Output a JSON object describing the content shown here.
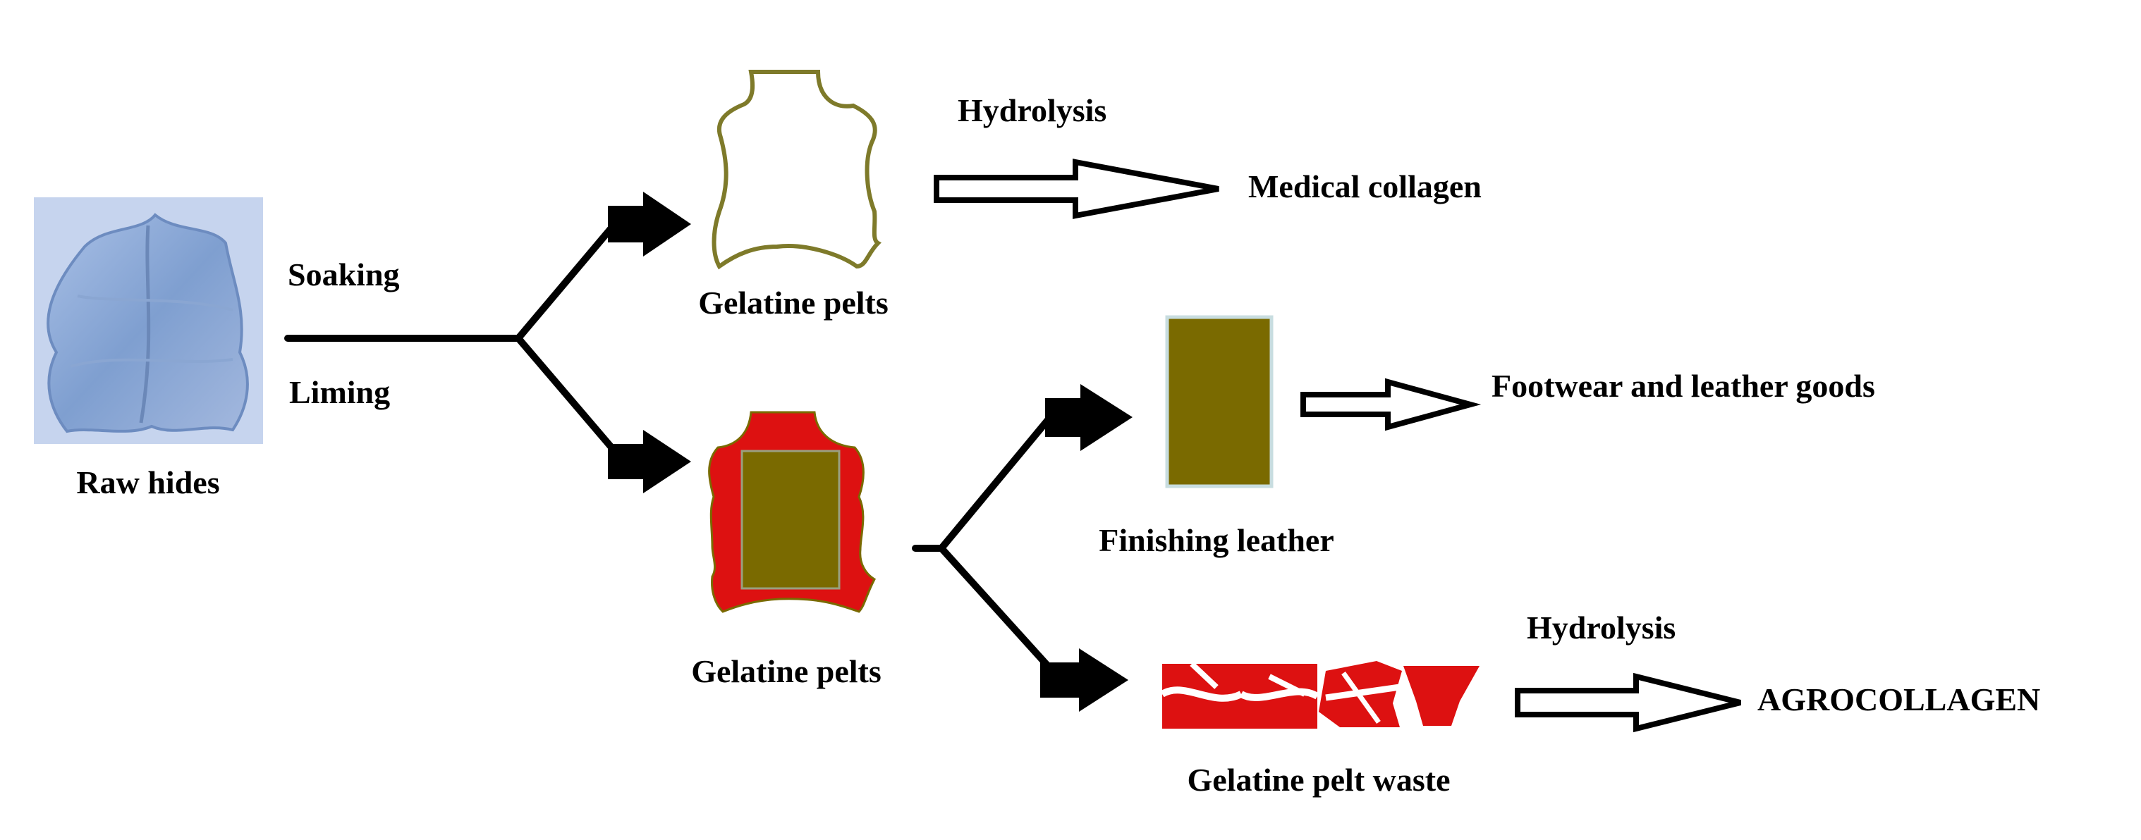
{
  "labels": {
    "raw_hides": "Raw hides",
    "soaking": "Soaking",
    "liming": "Liming",
    "gelatine_pelts_top": "Gelatine pelts",
    "gelatine_pelts_bottom": "Gelatine pelts",
    "hydrolysis_top": "Hydrolysis",
    "medical_collagen": "Medical collagen",
    "finishing_leather": "Finishing leather",
    "footwear": "Footwear and leather goods",
    "gelatine_pelt_waste": "Gelatine pelt waste",
    "hydrolysis_bottom": "Hydrolysis",
    "agrocollagen": "AGROCOLLAGEN"
  },
  "colors": {
    "raw_hide": "#7f9fd0",
    "pelt_outline": "#7e7a2a",
    "red": "#dd1111",
    "olive": "#7a6a00",
    "black": "#000000"
  }
}
